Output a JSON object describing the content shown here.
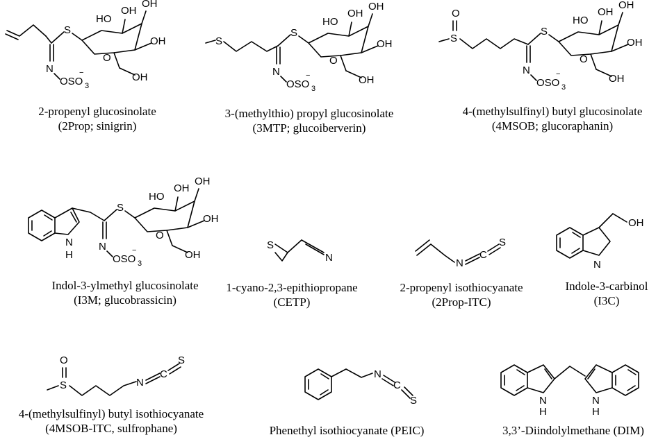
{
  "compounds": [
    {
      "name": "2-propenyl glucosinolate",
      "abbr": "(2Prop; sinigrin)"
    },
    {
      "name": "3-(methylthio) propyl glucosinolate",
      "abbr": "(3MTP; glucoiberverin)"
    },
    {
      "name": "4-(methylsulfinyl) butyl glucosinolate",
      "abbr": "(4MSOB; glucoraphanin)"
    },
    {
      "name": "Indol-3-ylmethyl glucosinolate",
      "abbr": "(I3M; glucobrassicin)"
    },
    {
      "name": "1-cyano-2,3-epithiopropane",
      "abbr": "(CETP)"
    },
    {
      "name": "2-propenyl isothiocyanate",
      "abbr": "(2Prop-ITC)"
    },
    {
      "name": "Indole-3-carbinol",
      "abbr": "(I3C)"
    },
    {
      "name": "4-(methylsulfinyl) butyl isothiocyanate",
      "abbr": "(4MSOB-ITC, sulfrophane)"
    },
    {
      "name": "Phenethyl isothiocyanate (PEIC)"
    },
    {
      "name": "3,3’-Diindolylmethane (DIM)"
    }
  ],
  "atoms": {
    "S": "S",
    "O": "O",
    "N": "N",
    "OH": "OH",
    "HO": "HO",
    "H": "H",
    "C": "C",
    "OSO3": "OSO",
    "three": "3",
    "minus": "−"
  }
}
